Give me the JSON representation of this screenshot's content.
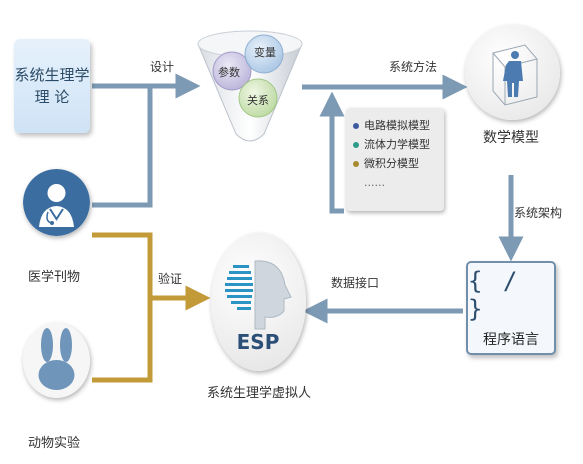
{
  "theory": {
    "line1": "系统生理学",
    "line2": "理 论"
  },
  "arrows": {
    "design": "设计",
    "system_method": "系统方法",
    "system_architecture": "系统架构",
    "data_interface": "数据接口",
    "validation": "验证"
  },
  "funnel": {
    "variables": "变量",
    "parameters": "参数",
    "relations": "关系"
  },
  "math_model": {
    "label": "数学模型"
  },
  "model_list": {
    "items": [
      {
        "text": "电路模拟模型",
        "color": "#3d5a9e"
      },
      {
        "text": "流体力学模型",
        "color": "#2e9a8a"
      },
      {
        "text": "微积分模型",
        "color": "#a8892e"
      }
    ],
    "ellipsis": "......"
  },
  "program_language": {
    "symbol": "{ / }",
    "label": "程序语言"
  },
  "esp": {
    "logo_text": "ESP",
    "label": "系统生理学虚拟人"
  },
  "sources": {
    "journals": "医学刊物",
    "animal": "动物实验"
  },
  "colors": {
    "flow_blue": "#7d9ab5",
    "validate_gold": "#c29a38",
    "doctor_blue": "#3b6da0",
    "rabbit_blue": "#6f95bb"
  }
}
